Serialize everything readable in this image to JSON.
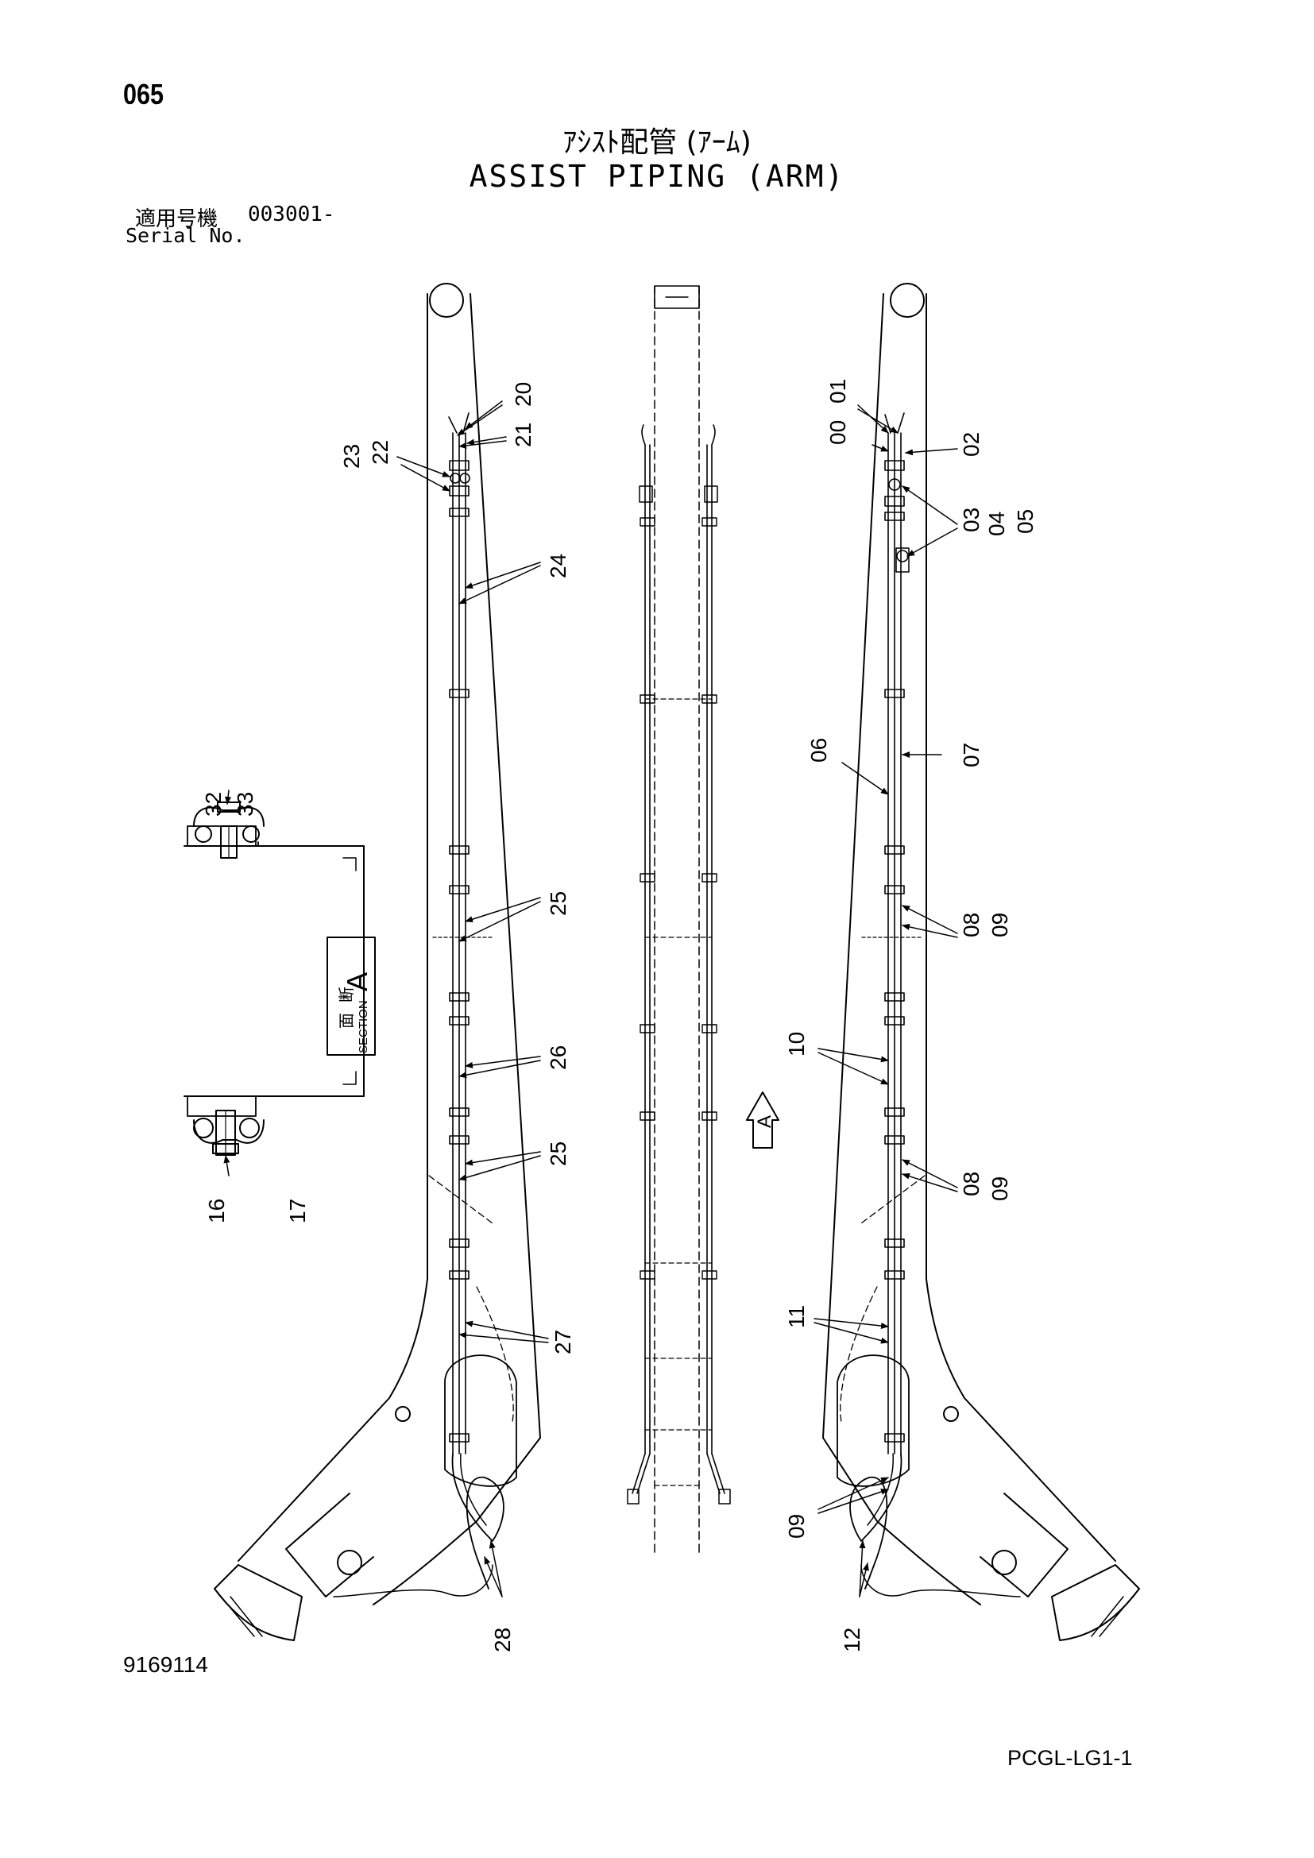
{
  "page_number": "065",
  "title_jp": "ｱｼｽﾄ配管 (ｱｰﾑ)",
  "title_en": "ASSIST PIPING (ARM)",
  "serial": {
    "label_jp": "適用号機",
    "value": "003001-",
    "label_en": "Serial No."
  },
  "section_label": {
    "jp_1": "断",
    "jp_2": "面",
    "en": "SECTION",
    "letter": "A"
  },
  "view_arrow_letter": "A",
  "callouts_left_view": [
    "20",
    "21",
    "23",
    "22",
    "24",
    "25",
    "26",
    "25",
    "27",
    "28"
  ],
  "callouts_right_view": [
    "00",
    "01",
    "02",
    "03",
    "04",
    "05",
    "06",
    "07",
    "08",
    "09",
    "10",
    "08",
    "09",
    "11",
    "09",
    "12"
  ],
  "callouts_section": [
    "32",
    "33",
    "16",
    "17"
  ],
  "doc_number": "9169114",
  "page_code": "PCGL-LG1-1"
}
